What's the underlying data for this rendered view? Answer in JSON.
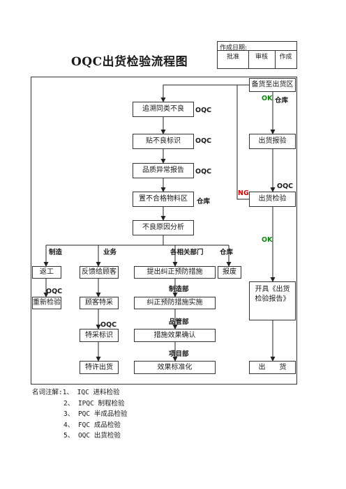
{
  "title": "OQC出货检验流程图",
  "header": {
    "created_label": "作成日期:",
    "approve": "批准",
    "review": "审核",
    "author": "作成"
  },
  "boxes": {
    "trace": "追溯同类不良",
    "mark": "贴不良标识",
    "report": "品质异常报告",
    "ng_area": "置不合格物料区",
    "cause": "不良原因分析",
    "rework": "返工",
    "feedback": "反馈给顾客",
    "corrective": "提出纠正预防措施",
    "scrap": "报废",
    "reinspect": "重新检验",
    "special_buy": "顾客特采",
    "implement": "纠正预防措施实施",
    "special_mark": "特采标识",
    "effect": "措施效果确认",
    "special_ship": "特许出货",
    "standard": "效果标准化",
    "stock": "备货至出货区",
    "ship_report": "出货报验",
    "ship_inspect": "出货检验",
    "issue_report": "开具《出货检验报告》",
    "ship": "出　　货"
  },
  "labels": {
    "oqc_trace": "OQC",
    "oqc_mark": "OQC",
    "oqc_report": "OQC",
    "warehouse_ng": "仓库",
    "dept_mfg": "制造",
    "dept_sales": "业务",
    "dept_all": "各相关部门",
    "dept_wh": "仓库",
    "oqc_reinspect": "OQC",
    "oqc_special": "OQC",
    "mfg_dept": "制造部",
    "qa_dept": "品管部",
    "proj_dept": "项目部",
    "ok_top": "OK",
    "wh_top": "仓库",
    "oqc_right": "OQC",
    "ng": "NG",
    "ok_mid": "OK"
  },
  "colors": {
    "ok": "#0a8a0a",
    "ng": "#e00000"
  },
  "notes": {
    "heading": "名词注解:",
    "items": [
      "1、 IQC 进料检验",
      "2、 IPQC 制程检验",
      "3、 PQC 半成品检验",
      "4、 FQC 成品检验",
      "5、 OQC 出货检验"
    ]
  }
}
